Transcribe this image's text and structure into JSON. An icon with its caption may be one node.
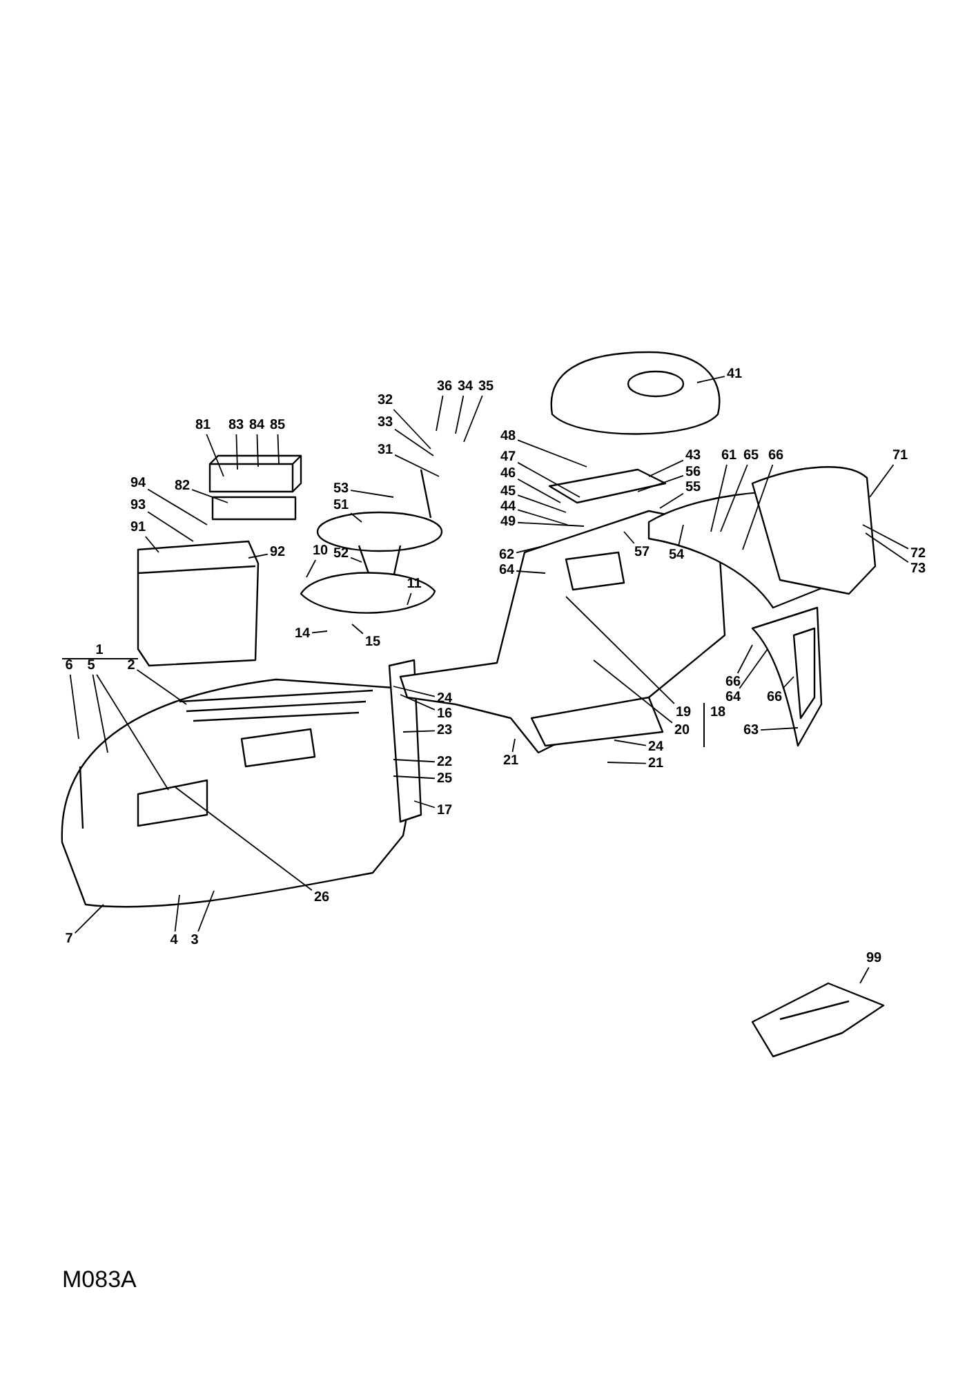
{
  "diagram": {
    "nodes": [
      {
        "text": [
          "41"
        ]
      },
      {
        "text": [
          "32"
        ]
      },
      {
        "text": [
          "36"
        ]
      },
      {
        "text": [
          "34"
        ]
      },
      {
        "text": [
          "35"
        ]
      },
      {
        "text": [
          "33"
        ]
      },
      {
        "text": [
          "48"
        ]
      },
      {
        "text": [
          "81"
        ]
      },
      {
        "text": [
          "83"
        ]
      },
      {
        "text": [
          "84"
        ]
      },
      {
        "text": [
          "85"
        ]
      },
      {
        "text": [
          "31"
        ]
      },
      {
        "text": [
          "43"
        ]
      },
      {
        "text": [
          "61"
        ]
      },
      {
        "text": [
          "65"
        ]
      },
      {
        "text": [
          "66"
        ]
      },
      {
        "text": [
          "71"
        ]
      },
      {
        "text": [
          "47"
        ]
      },
      {
        "text": [
          "56"
        ]
      },
      {
        "text": [
          "46"
        ]
      },
      {
        "text": [
          "94"
        ]
      },
      {
        "text": [
          "82"
        ]
      },
      {
        "text": [
          "53"
        ]
      },
      {
        "text": [
          "55"
        ]
      },
      {
        "text": [
          "45"
        ]
      },
      {
        "text": [
          "93"
        ]
      },
      {
        "text": [
          "51"
        ]
      },
      {
        "text": [
          "44"
        ]
      },
      {
        "text": [
          "91"
        ]
      },
      {
        "text": [
          "49"
        ]
      },
      {
        "text": [
          "92"
        ]
      },
      {
        "text": [
          "10"
        ]
      },
      {
        "text": [
          "52"
        ]
      },
      {
        "text": [
          "57"
        ]
      },
      {
        "text": [
          "54"
        ]
      },
      {
        "text": [
          "62"
        ]
      },
      {
        "text": [
          "72"
        ]
      },
      {
        "text": [
          "64"
        ]
      },
      {
        "text": [
          "73"
        ]
      },
      {
        "text": [
          "11"
        ]
      },
      {
        "text": [
          "14"
        ]
      },
      {
        "text": [
          "15"
        ]
      },
      {
        "text": [
          "6"
        ]
      },
      {
        "text": [
          "5"
        ]
      },
      {
        "text": [
          "2"
        ]
      },
      {
        "text": [
          "66"
        ]
      },
      {
        "text": [
          "64"
        ]
      },
      {
        "text": [
          "66"
        ]
      },
      {
        "text": [
          "24"
        ]
      },
      {
        "text": [
          "19"
        ]
      },
      {
        "text": [
          "16"
        ]
      },
      {
        "text": [
          "23"
        ]
      },
      {
        "text": [
          "20"
        ]
      },
      {
        "text": [
          "63"
        ]
      },
      {
        "text": [
          "24"
        ]
      },
      {
        "text": [
          "21"
        ]
      },
      {
        "text": [
          "22"
        ]
      },
      {
        "text": [
          "21"
        ]
      },
      {
        "text": [
          "25"
        ]
      },
      {
        "text": [
          "17"
        ]
      },
      {
        "text": [
          "26"
        ]
      },
      {
        "text": [
          "7"
        ]
      },
      {
        "text": [
          "4"
        ]
      },
      {
        "text": [
          "3"
        ]
      },
      {
        "text": [
          "99"
        ]
      }
    ],
    "edges": [
      {
        "from": 0,
        "to": null,
        "arrow": "none"
      },
      {
        "from": 1,
        "to": null,
        "arrow": "none"
      },
      {
        "from": 2,
        "to": null,
        "arrow": "none"
      },
      {
        "from": 3,
        "to": null,
        "arrow": "none"
      },
      {
        "from": 4,
        "to": null,
        "arrow": "none"
      },
      {
        "from": 5,
        "to": null,
        "arrow": "none"
      },
      {
        "from": 6,
        "to": null,
        "arrow": "none"
      },
      {
        "from": 7,
        "to": null,
        "arrow": "none"
      },
      {
        "from": 8,
        "to": null,
        "arrow": "none"
      },
      {
        "from": 9,
        "to": null,
        "arrow": "none"
      },
      {
        "from": 10,
        "to": null,
        "arrow": "none"
      },
      {
        "from": 11,
        "to": null,
        "arrow": "none"
      },
      {
        "from": 12,
        "to": null,
        "arrow": "none"
      },
      {
        "from": 13,
        "to": null,
        "arrow": "none"
      },
      {
        "from": 14,
        "to": null,
        "arrow": "none"
      },
      {
        "from": 15,
        "to": null,
        "arrow": "none"
      },
      {
        "from": 16,
        "to": null,
        "arrow": "none"
      },
      {
        "from": 17,
        "to": null,
        "arrow": "none"
      },
      {
        "from": 18,
        "to": null,
        "arrow": "none"
      },
      {
        "from": 19,
        "to": null,
        "arrow": "none"
      },
      {
        "from": 20,
        "to": null,
        "arrow": "none"
      },
      {
        "from": 21,
        "to": null,
        "arrow": "none"
      },
      {
        "from": 22,
        "to": null,
        "arrow": "none"
      },
      {
        "from": 23,
        "to": null,
        "arrow": "none"
      },
      {
        "from": 24,
        "to": null,
        "arrow": "none"
      },
      {
        "from": 25,
        "to": null,
        "arrow": "none"
      },
      {
        "from": 26,
        "to": null,
        "arrow": "none"
      },
      {
        "from": 27,
        "to": null,
        "arrow": "none"
      },
      {
        "from": 28,
        "to": null,
        "arrow": "none"
      },
      {
        "from": 29,
        "to": null,
        "arrow": "none"
      },
      {
        "from": 30,
        "to": null,
        "arrow": "none"
      },
      {
        "from": 31,
        "to": null,
        "arrow": "none"
      },
      {
        "from": 32,
        "to": null,
        "arrow": "none"
      },
      {
        "from": 33,
        "to": null,
        "arrow": "none"
      },
      {
        "from": 34,
        "to": null,
        "arrow": "none"
      },
      {
        "from": 35,
        "to": null,
        "arrow": "none"
      },
      {
        "from": 36,
        "to": null,
        "arrow": "none"
      },
      {
        "from": 37,
        "to": null,
        "arrow": "none"
      },
      {
        "from": 38,
        "to": null,
        "arrow": "none"
      },
      {
        "from": 39,
        "to": null,
        "arrow": "none"
      },
      {
        "from": 40,
        "to": null,
        "arrow": "none"
      },
      {
        "from": 41,
        "to": null,
        "arrow": "none"
      },
      {
        "from": 42,
        "to": null,
        "arrow": "none"
      },
      {
        "from": 43,
        "to": null,
        "arrow": "none"
      },
      {
        "from": 43,
        "to": null,
        "arrow": "none"
      },
      {
        "from": 44,
        "to": null,
        "arrow": "none"
      },
      {
        "from": 45,
        "to": null,
        "arrow": "none"
      },
      {
        "from": 46,
        "to": null,
        "arrow": "none"
      },
      {
        "from": 47,
        "to": null,
        "arrow": "none"
      },
      {
        "from": 48,
        "to": null,
        "arrow": "none"
      },
      {
        "from": 49,
        "to": null,
        "arrow": "none"
      },
      {
        "from": 50,
        "to": null,
        "arrow": "none"
      },
      {
        "from": 51,
        "to": null,
        "arrow": "none"
      },
      {
        "from": 52,
        "to": null,
        "arrow": "none"
      },
      {
        "from": 53,
        "to": null,
        "arrow": "none"
      },
      {
        "from": 54,
        "to": null,
        "arrow": "none"
      },
      {
        "from": 55,
        "to": null,
        "arrow": "none"
      },
      {
        "from": 56,
        "to": null,
        "arrow": "none"
      },
      {
        "from": 57,
        "to": null,
        "arrow": "none"
      },
      {
        "from": 58,
        "to": null,
        "arrow": "none"
      },
      {
        "from": 59,
        "to": null,
        "arrow": "none"
      },
      {
        "from": 60,
        "to": null,
        "arrow": "none"
      },
      {
        "from": 61,
        "to": null,
        "arrow": "none"
      },
      {
        "from": 62,
        "to": null,
        "arrow": "none"
      },
      {
        "from": 63,
        "to": null,
        "arrow": "none"
      },
      {
        "from": 64,
        "to": null,
        "arrow": "none"
      }
    ],
    "labels": [
      "1",
      "18",
      "M083A"
    ]
  }
}
